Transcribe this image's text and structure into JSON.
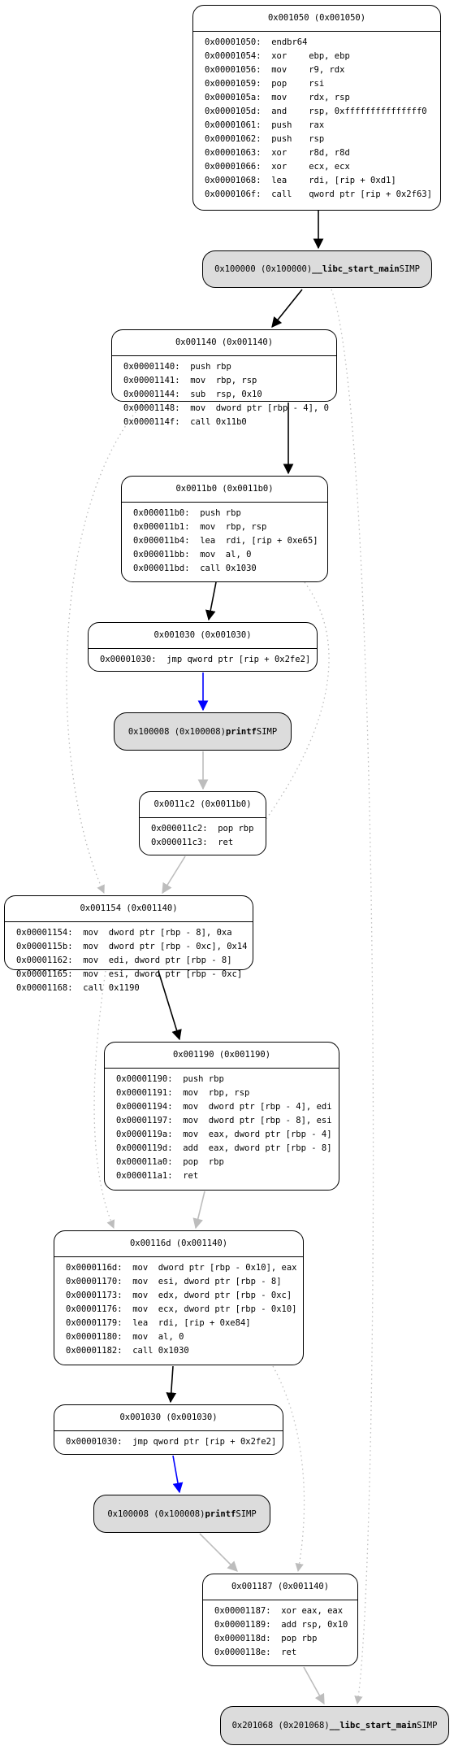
{
  "colors": {
    "call_edge": "#000000",
    "ret_edge": "#bdbdbd",
    "jump_edge": "#0000ff",
    "stub_fill": "#dcdcdc"
  },
  "nodes": [
    {
      "id": "n1050",
      "header": "0x001050 (0x001050)",
      "lines": [
        [
          "0x00001050:",
          "endbr64",
          ""
        ],
        [
          "0x00001054:",
          "xor",
          "ebp, ebp"
        ],
        [
          "0x00001056:",
          "mov",
          "r9, rdx"
        ],
        [
          "0x00001059:",
          "pop",
          "rsi"
        ],
        [
          "0x0000105a:",
          "mov",
          "rdx, rsp"
        ],
        [
          "0x0000105d:",
          "and",
          "rsp, 0xfffffffffffffff0"
        ],
        [
          "0x00001061:",
          "push",
          "rax"
        ],
        [
          "0x00001062:",
          "push",
          "rsp"
        ],
        [
          "0x00001063:",
          "xor",
          "r8d, r8d"
        ],
        [
          "0x00001066:",
          "xor",
          "ecx, ecx"
        ],
        [
          "0x00001068:",
          "lea",
          "rdi, [rip + 0xd1]"
        ],
        [
          "0x0000106f:",
          "call",
          "qword ptr [rip + 0x2f63]"
        ]
      ]
    },
    {
      "id": "stub_lsm1",
      "stub": true,
      "addr": "0x100000 (0x100000)",
      "name": "__libc_start_main",
      "kind": "SIMP"
    },
    {
      "id": "n1140",
      "header": "0x001140 (0x001140)",
      "lines": [
        [
          "0x00001140:",
          "push rbp"
        ],
        [
          "0x00001141:",
          "mov  rbp, rsp"
        ],
        [
          "0x00001144:",
          "sub  rsp, 0x10"
        ],
        [
          "0x00001148:",
          "mov  dword ptr [rbp - 4], 0"
        ],
        [
          "0x0000114f:",
          "call 0x11b0"
        ]
      ]
    },
    {
      "id": "n11b0",
      "header": "0x0011b0 (0x0011b0)",
      "lines": [
        [
          "0x000011b0:",
          "push rbp"
        ],
        [
          "0x000011b1:",
          "mov  rbp, rsp"
        ],
        [
          "0x000011b4:",
          "lea  rdi, [rip + 0xe65]"
        ],
        [
          "0x000011bb:",
          "mov  al, 0"
        ],
        [
          "0x000011bd:",
          "call 0x1030"
        ]
      ]
    },
    {
      "id": "n1030a",
      "header": "0x001030 (0x001030)",
      "lines": [
        [
          "0x00001030:",
          "jmp qword ptr [rip + 0x2fe2]"
        ]
      ]
    },
    {
      "id": "stub_printf1",
      "stub": true,
      "addr": "0x100008 (0x100008)",
      "name": "printf",
      "kind": "SIMP"
    },
    {
      "id": "n11c2",
      "header": "0x0011c2 (0x0011b0)",
      "lines": [
        [
          "0x000011c2:",
          "pop rbp"
        ],
        [
          "0x000011c3:",
          "ret"
        ]
      ]
    },
    {
      "id": "n1154",
      "header": "0x001154 (0x001140)",
      "lines": [
        [
          "0x00001154:",
          "mov  dword ptr [rbp - 8], 0xa"
        ],
        [
          "0x0000115b:",
          "mov  dword ptr [rbp - 0xc], 0x14"
        ],
        [
          "0x00001162:",
          "mov  edi, dword ptr [rbp - 8]"
        ],
        [
          "0x00001165:",
          "mov  esi, dword ptr [rbp - 0xc]"
        ],
        [
          "0x00001168:",
          "call 0x1190"
        ]
      ]
    },
    {
      "id": "n1190",
      "header": "0x001190 (0x001190)",
      "lines": [
        [
          "0x00001190:",
          "push rbp"
        ],
        [
          "0x00001191:",
          "mov  rbp, rsp"
        ],
        [
          "0x00001194:",
          "mov  dword ptr [rbp - 4], edi"
        ],
        [
          "0x00001197:",
          "mov  dword ptr [rbp - 8], esi"
        ],
        [
          "0x0000119a:",
          "mov  eax, dword ptr [rbp - 4]"
        ],
        [
          "0x0000119d:",
          "add  eax, dword ptr [rbp - 8]"
        ],
        [
          "0x000011a0:",
          "pop  rbp"
        ],
        [
          "0x000011a1:",
          "ret"
        ]
      ]
    },
    {
      "id": "n116d",
      "header": "0x00116d (0x001140)",
      "lines": [
        [
          "0x0000116d:",
          "mov  dword ptr [rbp - 0x10], eax"
        ],
        [
          "0x00001170:",
          "mov  esi, dword ptr [rbp - 8]"
        ],
        [
          "0x00001173:",
          "mov  edx, dword ptr [rbp - 0xc]"
        ],
        [
          "0x00001176:",
          "mov  ecx, dword ptr [rbp - 0x10]"
        ],
        [
          "0x00001179:",
          "lea  rdi, [rip + 0xe84]"
        ],
        [
          "0x00001180:",
          "mov  al, 0"
        ],
        [
          "0x00001182:",
          "call 0x1030"
        ]
      ]
    },
    {
      "id": "n1030b",
      "header": "0x001030 (0x001030)",
      "lines": [
        [
          "0x00001030:",
          "jmp qword ptr [rip + 0x2fe2]"
        ]
      ]
    },
    {
      "id": "stub_printf2",
      "stub": true,
      "addr": "0x100008 (0x100008)",
      "name": "printf",
      "kind": "SIMP"
    },
    {
      "id": "n1187",
      "header": "0x001187 (0x001140)",
      "lines": [
        [
          "0x00001187:",
          "xor eax, eax"
        ],
        [
          "0x00001189:",
          "add rsp, 0x10"
        ],
        [
          "0x0000118d:",
          "pop rbp"
        ],
        [
          "0x0000118e:",
          "ret"
        ]
      ]
    },
    {
      "id": "stub_lsm2",
      "stub": true,
      "addr": "0x201068 (0x201068)",
      "name": "__libc_start_main",
      "kind": "SIMP"
    }
  ],
  "edges": [
    {
      "from": "n1050",
      "to": "stub_lsm1",
      "kind": "call"
    },
    {
      "from": "stub_lsm1",
      "to": "n1140",
      "kind": "call"
    },
    {
      "from": "n1140",
      "to": "n11b0",
      "kind": "call"
    },
    {
      "from": "n11b0",
      "to": "n1030a",
      "kind": "call"
    },
    {
      "from": "n1030a",
      "to": "stub_printf1",
      "kind": "jump"
    },
    {
      "from": "stub_printf1",
      "to": "n11c2",
      "kind": "ret"
    },
    {
      "from": "n11c2",
      "to": "n1154",
      "kind": "ret"
    },
    {
      "from": "n1154",
      "to": "n1190",
      "kind": "call"
    },
    {
      "from": "n1190",
      "to": "n116d",
      "kind": "ret"
    },
    {
      "from": "n116d",
      "to": "n1030b",
      "kind": "call"
    },
    {
      "from": "n1030b",
      "to": "stub_printf2",
      "kind": "jump"
    },
    {
      "from": "stub_printf2",
      "to": "n1187",
      "kind": "ret"
    },
    {
      "from": "n1187",
      "to": "stub_lsm2",
      "kind": "ret"
    },
    {
      "from": "stub_lsm1",
      "to": "stub_lsm2",
      "kind": "fallthrough"
    },
    {
      "from": "n1140",
      "to": "n1154",
      "kind": "fallthrough"
    },
    {
      "from": "n11b0",
      "to": "n11c2",
      "kind": "fallthrough"
    },
    {
      "from": "n1154",
      "to": "n116d",
      "kind": "fallthrough"
    },
    {
      "from": "n116d",
      "to": "n1187",
      "kind": "fallthrough"
    }
  ]
}
